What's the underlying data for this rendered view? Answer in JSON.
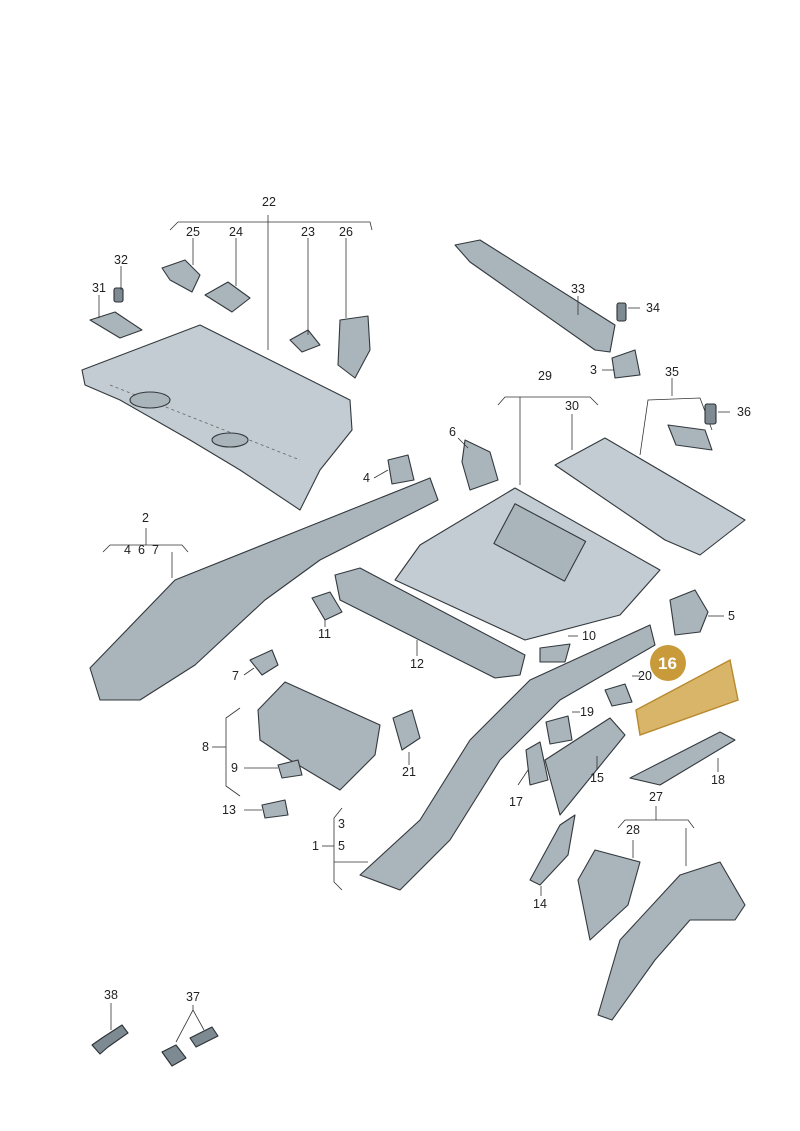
{
  "diagram": {
    "highlighted_part": "16",
    "colors": {
      "part": "#a9b4bb",
      "part_light": "#c3ccd2",
      "highlight": "#d9b56a",
      "badge": "#c89a3a"
    },
    "labels": {
      "n1": "1",
      "n2": "2",
      "n3a": "3",
      "n3b": "3",
      "n4a": "4",
      "n4b": "4",
      "n5a": "5",
      "n5b": "5",
      "n6a": "6",
      "n6b": "6",
      "n7a": "7",
      "n7b": "7",
      "n8": "8",
      "n9": "9",
      "n10": "10",
      "n11": "11",
      "n12": "12",
      "n13": "13",
      "n14": "14",
      "n15": "15",
      "n16": "16",
      "n17": "17",
      "n18": "18",
      "n19": "19",
      "n20": "20",
      "n21": "21",
      "n22": "22",
      "n23": "23",
      "n24": "24",
      "n25": "25",
      "n26": "26",
      "n27": "27",
      "n28": "28",
      "n29": "29",
      "n30": "30",
      "n31": "31",
      "n32": "32",
      "n33": "33",
      "n34": "34",
      "n35": "35",
      "n36": "36",
      "n37": "37",
      "n38": "38"
    }
  }
}
